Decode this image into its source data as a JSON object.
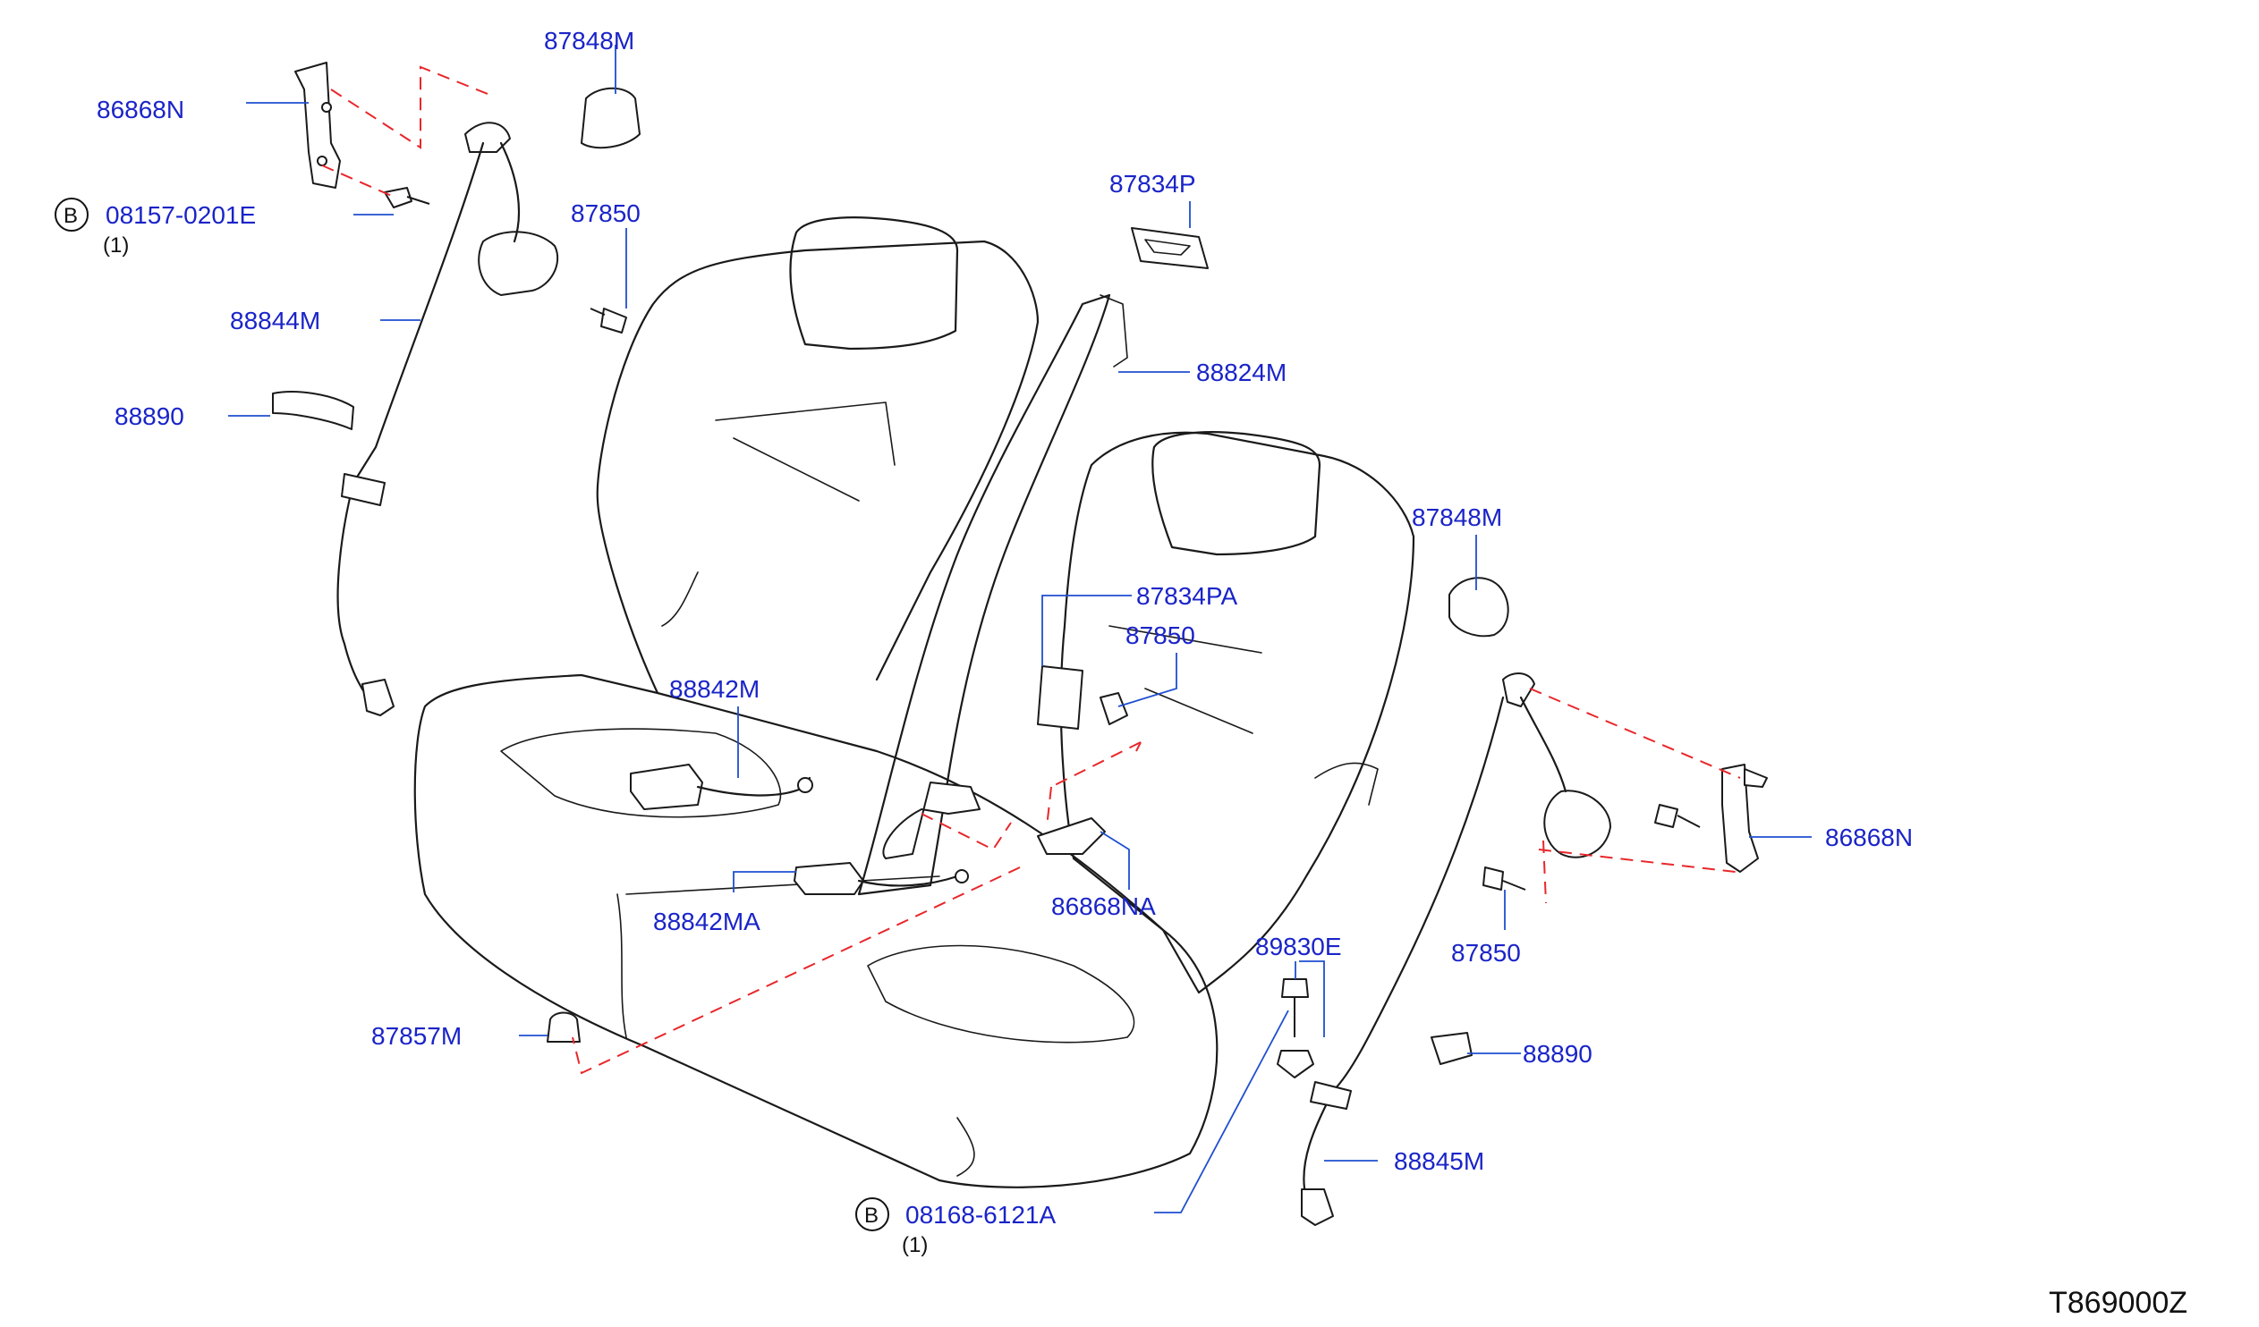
{
  "labels": {
    "p86868N_left": "86868N",
    "p87848M_top": "87848M",
    "p08157": "08157-0201E",
    "p08157_qty": "(1)",
    "p87850_top": "87850",
    "p88844M": "88844M",
    "p88890_left": "88890",
    "p87834P": "87834P",
    "p88824M": "88824M",
    "p87848M_right": "87848M",
    "p87834PA": "87834PA",
    "p87850_mid": "87850",
    "p88842M": "88842M",
    "p86868N_right": "86868N",
    "p87850_right": "87850",
    "p86868NA": "86868NA",
    "p88842MA": "88842MA",
    "p89830E": "89830E",
    "p87857M": "87857M",
    "p88890_right": "88890",
    "p88845M": "88845M",
    "p08168": "08168-6121A",
    "p08168_qty": "(1)"
  },
  "bolt_marker": "B",
  "reference_code": "T869000Z",
  "colors": {
    "label": "#1a24c8",
    "leader": "#1f4fd0",
    "hidden_line": "#e8272b",
    "outline": "#1a1a1a"
  }
}
